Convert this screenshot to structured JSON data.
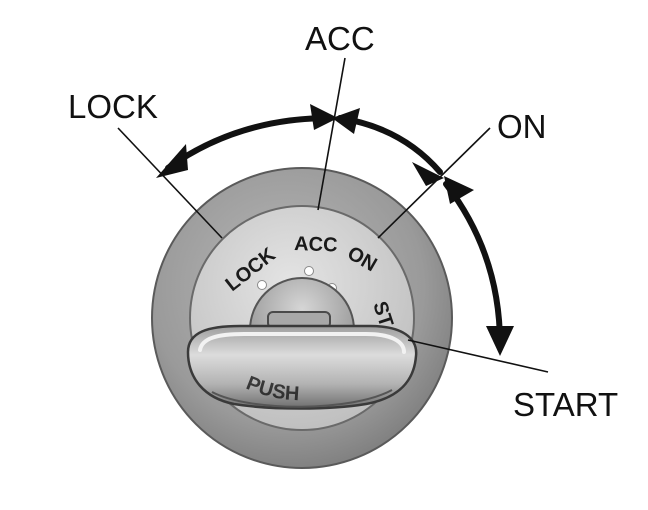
{
  "callouts": {
    "lock": "LOCK",
    "acc": "ACC",
    "on": "ON",
    "start": "START"
  },
  "dial": {
    "lock": "LOCK",
    "acc": "ACC",
    "on": "ON",
    "start": "ST",
    "push": "PUSH"
  },
  "colors": {
    "outer_ring": "#8f8f8f",
    "face": "#c9c9c9",
    "ink": "#111111"
  }
}
